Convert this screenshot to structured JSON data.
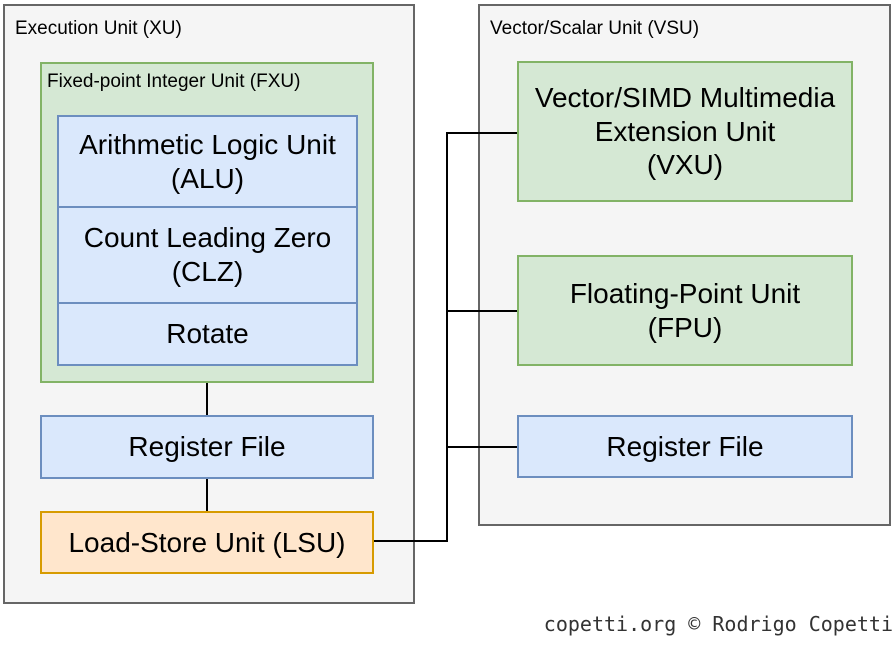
{
  "diagram": {
    "xu": {
      "title": "Execution Unit (XU)",
      "fxu": {
        "label": "Fixed-point Integer Unit (FXU)",
        "boxes": [
          {
            "label": "Arithmetic Logic Unit\n(ALU)"
          },
          {
            "label": "Count Leading Zero\n(CLZ)"
          },
          {
            "label": "Rotate"
          }
        ]
      },
      "register_file": {
        "label": "Register File"
      },
      "lsu": {
        "label": "Load-Store Unit (LSU)"
      }
    },
    "vsu": {
      "title": "Vector/Scalar Unit (VSU)",
      "vxu": {
        "label": "Vector/SIMD Multimedia\nExtension Unit\n(VXU)"
      },
      "fpu": {
        "label": "Floating-Point Unit\n(FPU)"
      },
      "register_file": {
        "label": "Register File"
      }
    },
    "connections": [
      "FXU - Register File (XU)",
      "Register File (XU) - Load-Store Unit (LSU)",
      "LSU - VXU",
      "LSU - FPU",
      "LSU - Register File (VSU)"
    ],
    "colors": {
      "panel_fill": "#f5f5f5",
      "panel_stroke": "#666666",
      "green_fill": "#d5e8d4",
      "green_stroke": "#82b366",
      "blue_fill": "#dae8fc",
      "blue_stroke": "#6c8ebf",
      "orange_fill": "#ffe6cc",
      "orange_stroke": "#d79b00",
      "connector": "#000000",
      "background": "#ffffff"
    }
  },
  "caption": "copetti.org © Rodrigo Copetti"
}
